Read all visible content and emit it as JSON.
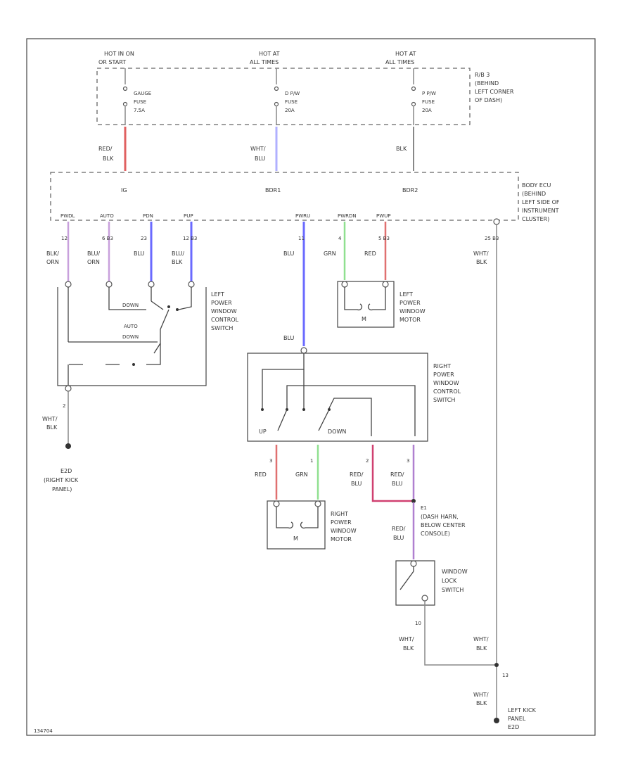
{
  "fuse_box": {
    "hot_labels": [
      [
        "HOT IN ON",
        "OR START"
      ],
      [
        "HOT AT",
        "ALL TIMES"
      ],
      [
        "HOT AT",
        "ALL TIMES"
      ]
    ],
    "location": [
      "R/B 3",
      "(BEHIND",
      "LEFT CORNER",
      "OF DASH)"
    ],
    "fuses": [
      {
        "name": "GAUGE",
        "type": "FUSE",
        "rating": "7.5A"
      },
      {
        "name": "D P/W",
        "type": "FUSE",
        "rating": "20A"
      },
      {
        "name": "P P/W",
        "type": "FUSE",
        "rating": "20A"
      }
    ]
  },
  "wires_top": [
    {
      "color_label": [
        "RED/",
        "BLK"
      ],
      "color": "#d9534f"
    },
    {
      "color_label": [
        "WHT/",
        "BLU"
      ],
      "color": "#b0b0ff"
    },
    {
      "color_label": [
        "BLK"
      ],
      "color": "#888888"
    }
  ],
  "body_ecu": {
    "inputs": [
      "IG",
      "BDR1",
      "BDR2"
    ],
    "location": [
      "BODY ECU",
      "(BEHIND",
      "LEFT SIDE OF",
      "INSTRUMENT",
      "CLUSTER)"
    ],
    "pins": [
      "PWDL",
      "AUTO",
      "PDN",
      "PUP",
      "PWRU",
      "PWRDN",
      "PWUP"
    ]
  },
  "left_switch": {
    "pins": [
      "12",
      "6 B3",
      "23",
      "12 B3"
    ],
    "wire_labels": [
      [
        "BLK/",
        "ORN"
      ],
      [
        "BLU/",
        "ORN"
      ],
      [
        "BLU"
      ],
      [
        "BLU/",
        "BLK"
      ]
    ],
    "contacts": [
      "DOWN",
      "AUTO",
      "DOWN"
    ],
    "name": [
      "LEFT",
      "POWER",
      "WINDOW",
      "CONTROL",
      "SWITCH"
    ],
    "ground_pin": "2",
    "ground_wire": [
      "WHT/",
      "BLK"
    ],
    "ground_name": [
      "E2D",
      "(RIGHT KICK",
      "PANEL)"
    ]
  },
  "left_motor": {
    "pins": [
      "4",
      "5 B3"
    ],
    "wire_labels": [
      [
        "GRN"
      ],
      [
        "RED"
      ]
    ],
    "symbol": "M",
    "name": [
      "LEFT",
      "POWER",
      "WINDOW",
      "MOTOR"
    ]
  },
  "right_switch": {
    "top_pin": "11",
    "top_wire": [
      "BLU"
    ],
    "contacts": [
      "UP",
      "DOWN"
    ],
    "name": [
      "RIGHT",
      "POWER",
      "WINDOW",
      "CONTROL",
      "SWITCH"
    ],
    "bottom_pins": [
      "3",
      "1",
      "2",
      "3"
    ],
    "bottom_wires": [
      [
        "RED"
      ],
      [
        "GRN"
      ],
      [
        "RED/",
        "BLU"
      ],
      [
        "RED/",
        "BLU"
      ]
    ]
  },
  "right_motor": {
    "symbol": "M",
    "name": [
      "RIGHT",
      "POWER",
      "WINDOW",
      "MOTOR"
    ]
  },
  "lock_switch": {
    "splice": "E1",
    "splice_name": [
      "(DASH HARN,",
      "BELOW CENTER",
      "CONSOLE)"
    ],
    "wire": [
      "RED/",
      "BLU"
    ],
    "name": [
      "WINDOW",
      "LOCK",
      "SWITCH"
    ],
    "bottom_pin": "10",
    "bottom_wire": [
      "WHT/",
      "BLK"
    ]
  },
  "ground_right": {
    "pin_top": "25 B3",
    "wire_top": [
      "WHT/",
      "BLK"
    ],
    "wire_mid": [
      "WHT/",
      "BLK"
    ],
    "junction_pin": "13",
    "wire_bottom": [
      "WHT/",
      "BLK"
    ],
    "name": [
      "LEFT KICK",
      "PANEL",
      "E2D"
    ]
  },
  "diagram_code": "134704",
  "colors": {
    "red": "#e06060",
    "blue": "#6a6aff",
    "lightblue": "#b0b0ff",
    "green": "#90e090",
    "violet": "#b080d0",
    "gray": "#888888"
  }
}
